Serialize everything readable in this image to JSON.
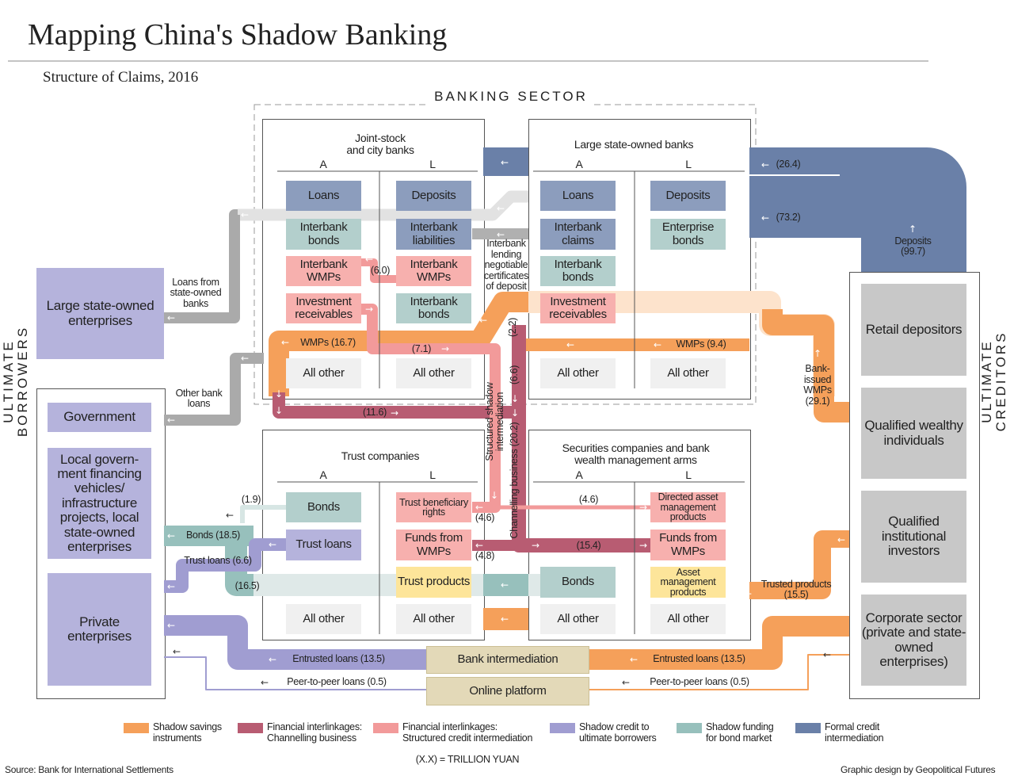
{
  "title": "Mapping China's Shadow Banking",
  "subtitle": "Structure of Claims, 2016",
  "banking_sector": "BANKING SECTOR",
  "ultimate_borrowers": "ULTIMATE BORROWERS",
  "ultimate_creditors": "ULTIMATE CREDITORS",
  "joint_stock": {
    "title": "Joint-stock\nand city banks",
    "a": "A",
    "l": "L",
    "assets": [
      "Loans",
      "Interbank bonds",
      "Interbank WMPs",
      "Investment receivables",
      "All other"
    ],
    "liabilities": [
      "Deposits",
      "Interbank liabilities",
      "Interbank WMPs",
      "Interbank bonds",
      "All other"
    ]
  },
  "state_banks": {
    "title": "Large state-owned banks",
    "a": "A",
    "l": "L",
    "assets": [
      "Loans",
      "Interbank claims",
      "Interbank bonds",
      "Investment receivables",
      "All other"
    ],
    "liabilities": [
      "Deposits",
      "Enterprise bonds",
      "All other"
    ]
  },
  "trust": {
    "title": "Trust companies",
    "a": "A",
    "l": "L",
    "assets": [
      "Bonds",
      "Trust loans",
      "All other"
    ],
    "liabilities": [
      "Trust beneficiary rights",
      "Funds from WMPs",
      "Trust products",
      "All other"
    ]
  },
  "securities": {
    "title": "Securities companies and bank\nwealth management arms",
    "a": "A",
    "l": "L",
    "assets": [
      "Bonds",
      "All other"
    ],
    "liabilities": [
      "Directed asset management products",
      "Funds from WMPs",
      "Asset management products",
      "All other"
    ]
  },
  "borrowers": [
    "Large state-owned enterprises",
    "Government",
    "Local govern-ment financing vehicles/ infrastructure projects, local state-owned enterprises",
    "Private enterprises"
  ],
  "creditors": [
    "Retail depositors",
    "Qualified wealthy individuals",
    "Qualified institutional investors",
    "Corporate sector (private and state-owned enterprises)"
  ],
  "intermediaries": [
    "Bank intermediation",
    "Online platform"
  ],
  "flows": {
    "f26_4": "(26.4)",
    "f73_2": "(73.2)",
    "deposits": "Deposits\n(99.7)",
    "loans_state": "Loans from\nstate-owned\nbanks",
    "other_loans": "Other bank\nloans",
    "interbank_lending": "Interbank\nlending\nnegotiable\ncertificates\nof deposit",
    "f6_0": "(6.0)",
    "wmps16_7": "WMPs (16.7)",
    "f7_1": "(7.1)",
    "f2_2": "(2.2)",
    "wmps9_4": "WMPs (9.4)",
    "bank_wmps": "Bank-\nissued\nWMPs\n(29.1)",
    "f11_6": "(11.6)",
    "f6_6": "(6.6)",
    "structured": "Structured shadow intermediation",
    "channelling": "Channelling business (20.2)",
    "f1_9": "(1.9)",
    "bonds18_5": "Bonds (18.5)",
    "trustloans6_6": "Trust loans (6.6)",
    "f16_5": "(16.5)",
    "f4_6a": "(4.6)",
    "f4_6b": "(4.6)",
    "f4_8": "(4.8)",
    "f15_4": "(15.4)",
    "trusted_products": "Trusted products\n(15.5)",
    "entrusted_left": "Entrusted loans (13.5)",
    "entrusted_right": "Entrusted loans (13.5)",
    "p2p_left": "Peer-to-peer loans (0.5)",
    "p2p_right": "Peer-to-peer loans (0.5)"
  },
  "legend": [
    {
      "label": "Shadow savings\ninstruments",
      "color": "#f5a05a"
    },
    {
      "label": "Financial interlinkages:\nChannelling business",
      "color": "#b85c72"
    },
    {
      "label": "Financial interlinkages:\nStructured credit intermediation",
      "color": "#f29a9a"
    },
    {
      "label": "Shadow credit to\nultimate borrowers",
      "color": "#a09dd1"
    },
    {
      "label": "Shadow funding\nfor bond market",
      "color": "#97c0bc"
    },
    {
      "label": "Formal credit\nintermediation",
      "color": "#6a80a8"
    }
  ],
  "unit_note": "(X.X) = TRILLION YUAN",
  "source": "Source: Bank for International Settlements",
  "credit": "Graphic design by Geopolitical Futures"
}
